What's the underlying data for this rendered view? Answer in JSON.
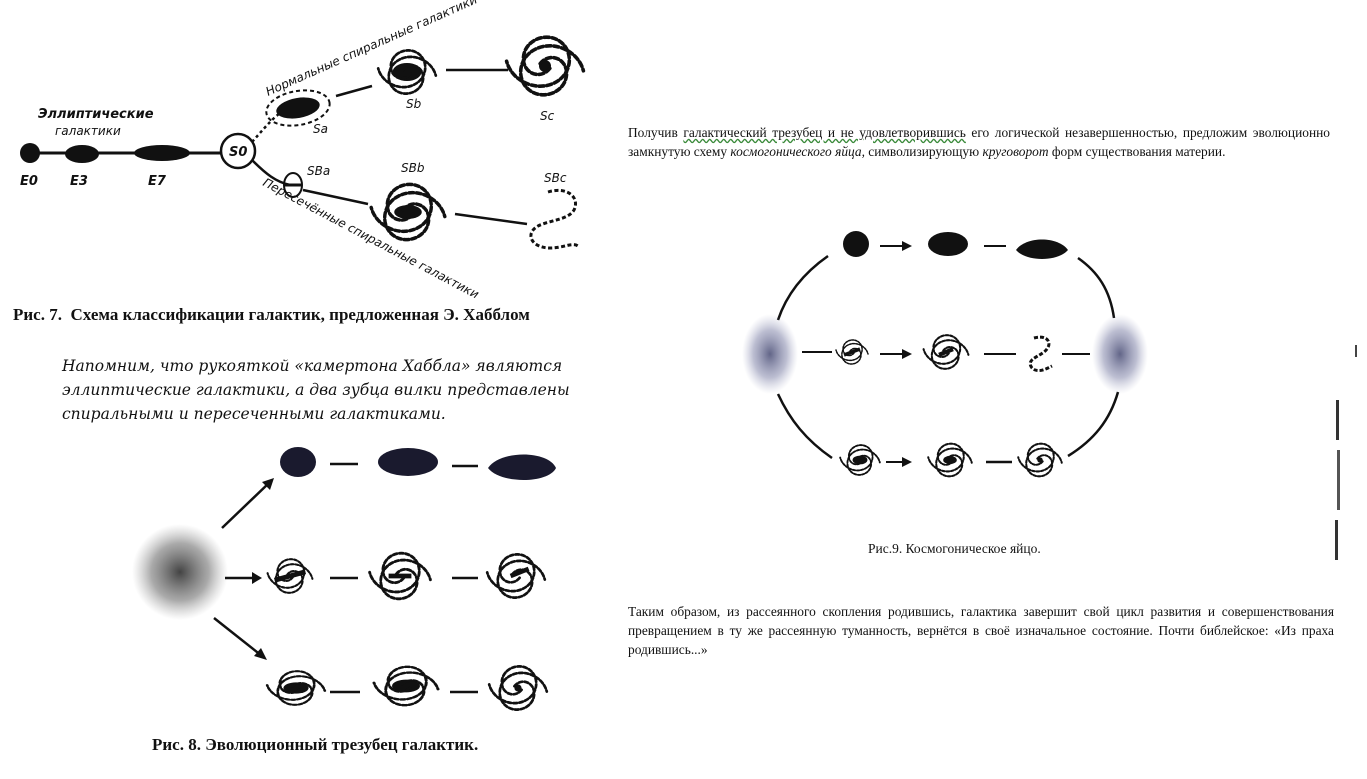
{
  "fig7": {
    "caption_num": "Рис. 7.",
    "caption_text": "Схема классификации галактик, предложенная Э. Хабблом",
    "label_elliptical_1": "Эллиптические",
    "label_elliptical_2": "галактики",
    "label_normal": "Нормальные спиральные галактики",
    "label_barred": "Пересечённые спиральные галактики",
    "types": [
      "E0",
      "E3",
      "E7",
      "S0",
      "Sa",
      "Sb",
      "Sc",
      "SBa",
      "SBb",
      "SBc"
    ]
  },
  "fig8": {
    "intro": [
      "Напомним, что рукояткой «камертона Хаббла» являются",
      "эллиптические галактики, а два зубца вилки представлены",
      "спиральными и пересеченными  галактиками."
    ],
    "caption": "Рис. 8. Эволюционный трезубец галактик."
  },
  "fig9": {
    "caption": "Рис.9.  Космогоническое яйцо."
  },
  "text": {
    "p1_a": "Получив ",
    "p1_u": "галактический трезубец и не удовлетворившись",
    "p1_b": " его логической незавершенностью, предложим  эволюционно замкнутую схему ",
    "p1_i1": "космогонического яйца,",
    "p1_c": " символизирующую ",
    "p1_i2": "круговорот",
    "p1_d": " форм существования материи.",
    "p2": "Таким образом, из рассеянного скопления родившись, галактика завершит свой цикл развития и совершенствования превращением в ту же рассеянную туманность, вернётся в своё изначальное состояние. Почти библейское: «Из праха родившись...»"
  }
}
